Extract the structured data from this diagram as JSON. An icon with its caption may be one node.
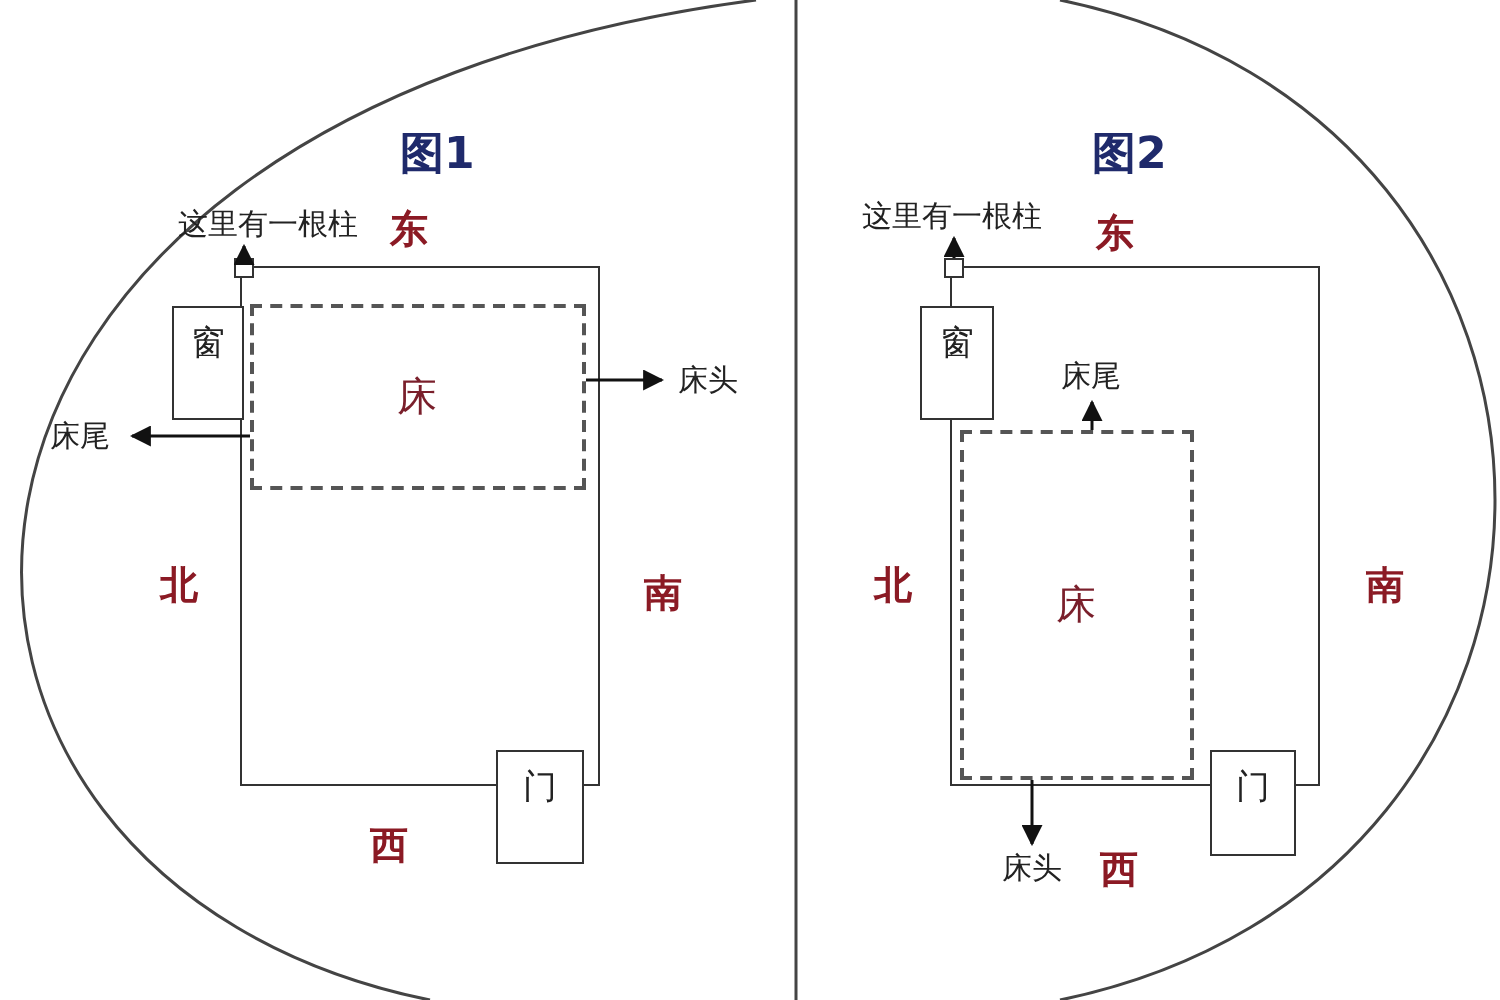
{
  "diagram": {
    "nodes": [
      {
        "text": [],
        "shape": "box"
      },
      {
        "text": [
          "这里有一根柱"
        ]
      },
      {
        "text": [],
        "shape": "box"
      },
      {
        "text": [
          "窗"
        ]
      },
      {
        "text": [
          "床尾"
        ]
      },
      {
        "text": [
          "床"
        ],
        "in": 0
      },
      {
        "text": [
          "床头"
        ]
      },
      {
        "text": [
          "门"
        ]
      },
      {
        "text": [],
        "shape": "box"
      },
      {
        "text": [
          "这里有一根柱"
        ]
      },
      {
        "text": [],
        "shape": "box"
      },
      {
        "text": [
          "窗"
        ]
      },
      {
        "text": [
          "床尾"
        ],
        "in": 8
      },
      {
        "text": [
          "床"
        ],
        "in": 8
      },
      {
        "text": [
          "门"
        ]
      },
      {
        "text": [
          "床头"
        ]
      }
    ],
    "edges": [
      {
        "from": 2,
        "to": 1,
        "arrow": "to"
      },
      {
        "from": 5,
        "to": 4,
        "arrow": "to"
      },
      {
        "from": 5,
        "to": 6,
        "arrow": "to"
      },
      {
        "from": 10,
        "to": 9,
        "arrow": "to"
      },
      {
        "from": 13,
        "to": 12,
        "arrow": "to"
      },
      {
        "from": 13,
        "to": 15,
        "arrow": "to"
      }
    ],
    "labels": [
      "图1",
      "东",
      "北",
      "南",
      "西",
      "图2",
      "东",
      "北",
      "南",
      "西"
    ]
  }
}
